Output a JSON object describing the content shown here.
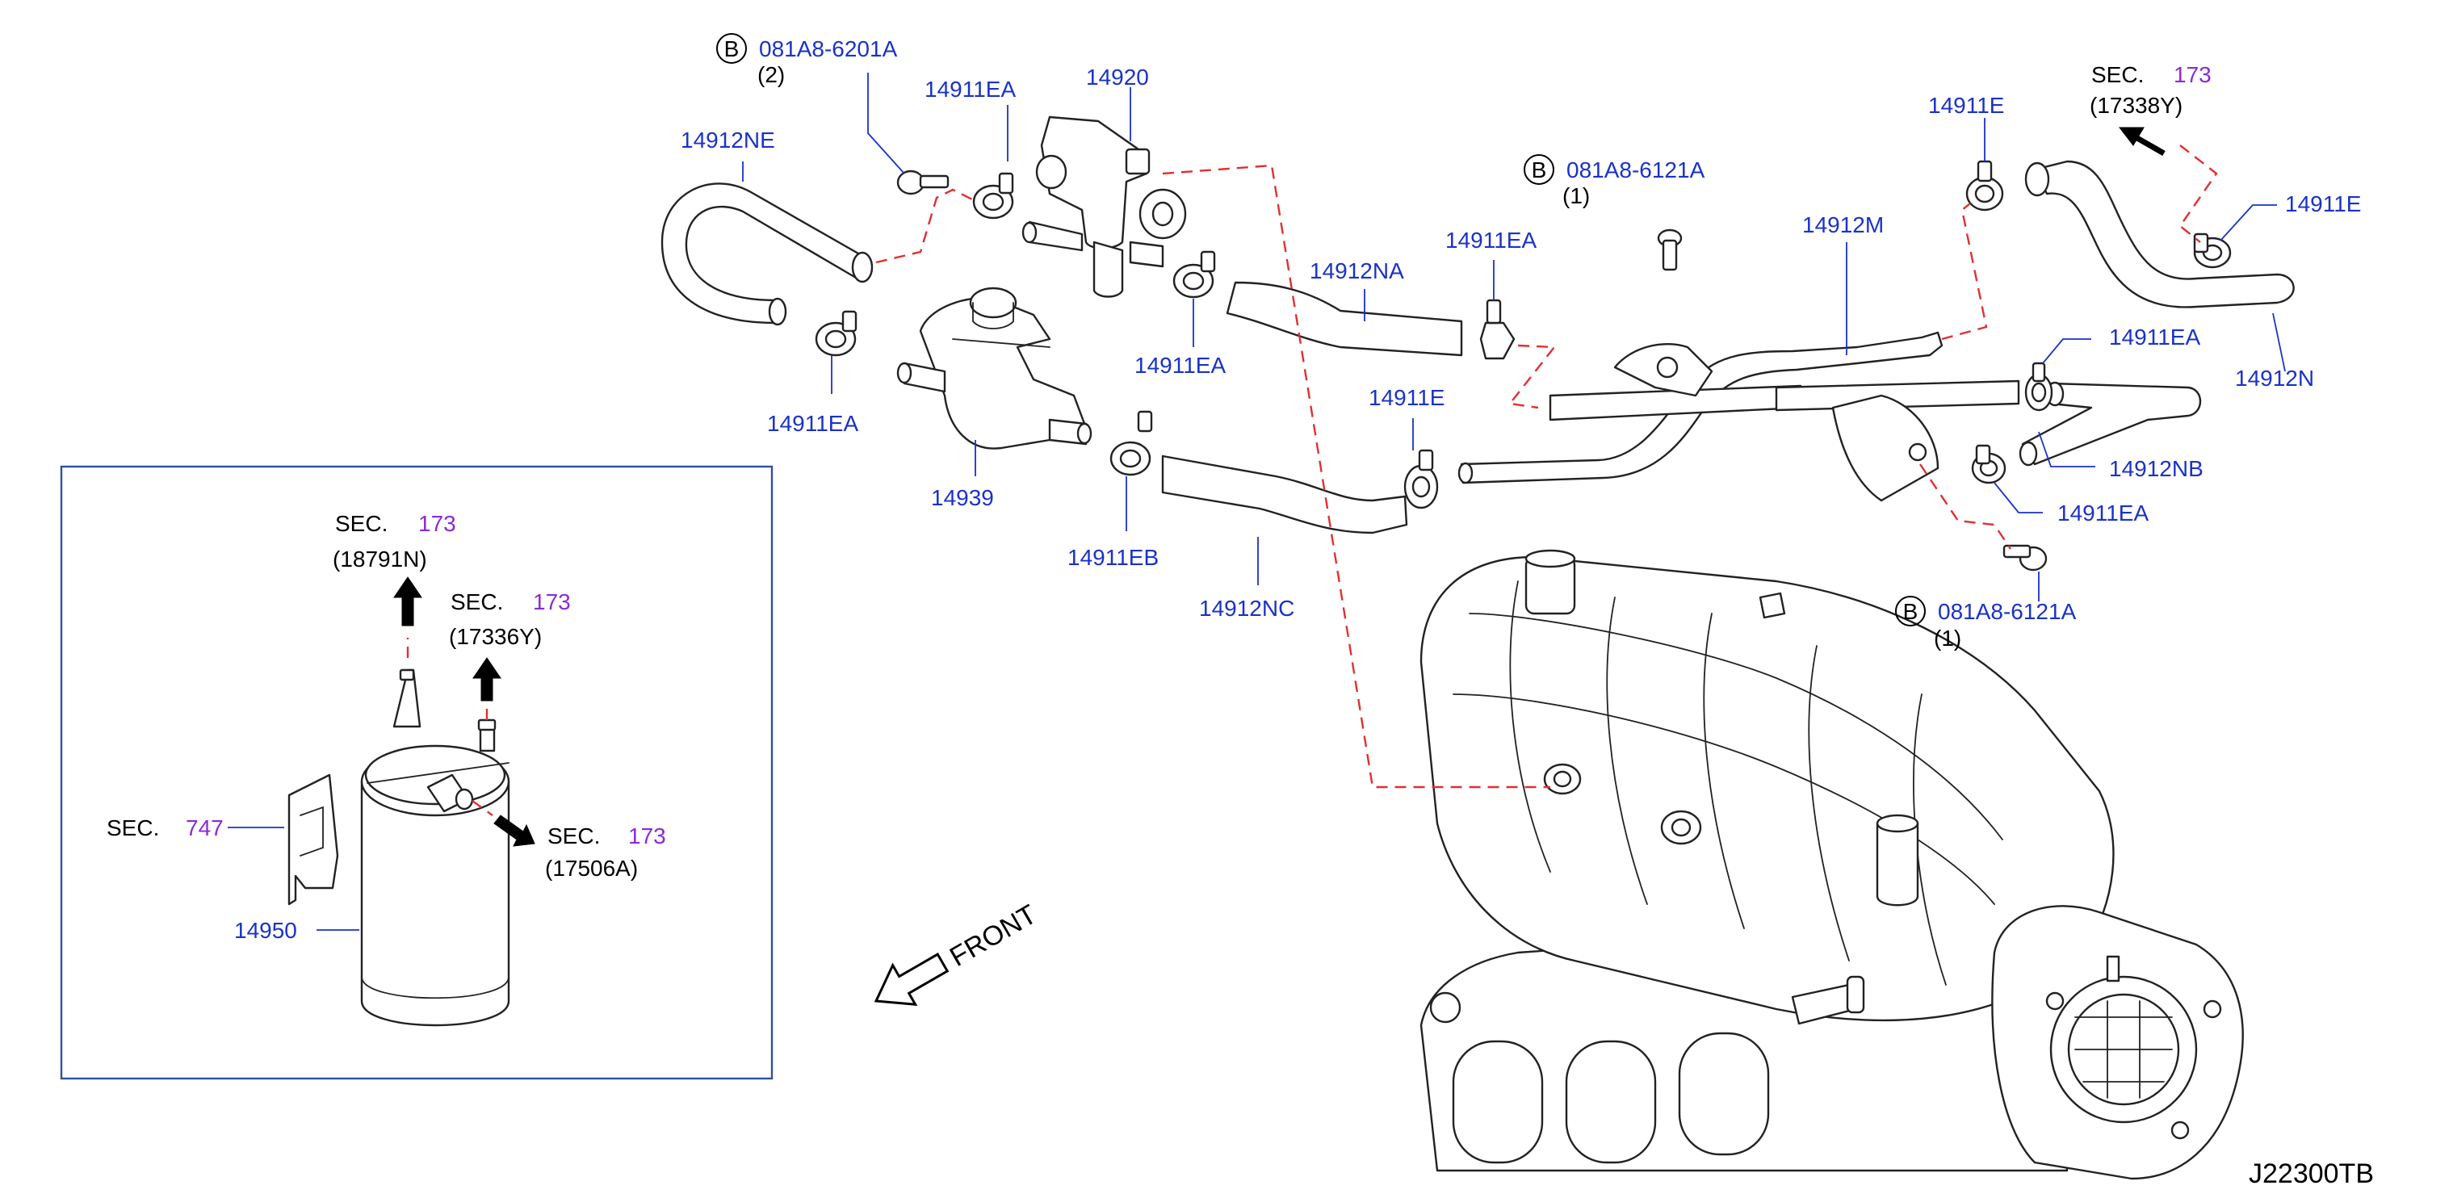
{
  "diagram_code": "J22300TB",
  "front_label": "FRONT",
  "labels": {
    "bolt_top_code": "081A8-6201A",
    "bolt_top_qty": "(2)",
    "bolt_mid_code": "081A8-6121A",
    "bolt_mid_qty": "(1)",
    "bolt_low_code": "081A8-6121A",
    "bolt_low_qty": "(1)",
    "bolt_badge": "B",
    "p14920": "14920",
    "p14912NE": "14912NE",
    "p14911EA_a": "14911EA",
    "p14911EA_b": "14911EA",
    "p14911EA_c": "14911EA",
    "p14911EA_d": "14911EA",
    "p14911EA_e": "14911EA",
    "p14911EA_f": "14911EA",
    "p14912NA": "14912NA",
    "p14911E_a": "14911E",
    "p14911E_b": "14911E",
    "p14911E_c": "14911E",
    "p14912M": "14912M",
    "p14912N": "14912N",
    "p14912NB": "14912NB",
    "p14939": "14939",
    "p14911EB": "14911EB",
    "p14912NC": "14912NC",
    "p14950": "14950"
  },
  "sections": {
    "sec_word": "SEC.",
    "sec_top_num": "173",
    "sec_top_ref": "(17338Y)",
    "inset_a_num": "173",
    "inset_a_ref": "(18791N)",
    "inset_b_num": "173",
    "inset_b_ref": "(17336Y)",
    "inset_c_num": "173",
    "inset_c_ref": "(17506A)",
    "inset_d_num": "747"
  },
  "colors": {
    "label_blue": "#1a32c8",
    "section_purple": "#8a2bd6",
    "dashed_red": "#e03030",
    "inset_border": "#3050a0"
  }
}
